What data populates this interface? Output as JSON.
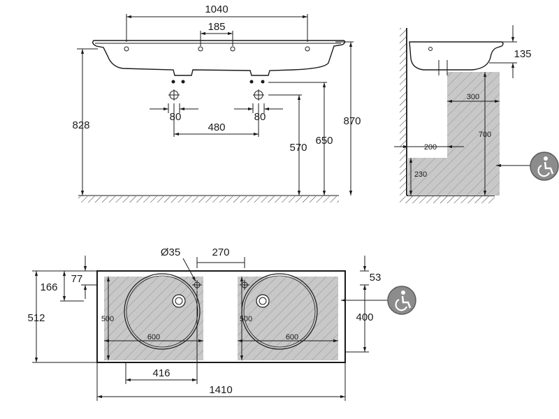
{
  "front_view": {
    "dims": {
      "overall_width": "1040",
      "center_spacing": "185",
      "left_offset": "80",
      "right_offset": "80",
      "trap_spacing": "480",
      "height_828": "828",
      "height_570": "570",
      "height_650": "650",
      "height_870": "870"
    }
  },
  "side_view": {
    "dims": {
      "depth_135": "135",
      "knee_300": "300",
      "knee_700": "700",
      "wall_200": "200",
      "floor_230": "230"
    },
    "accessibility_icon": "wheelchair-icon"
  },
  "plan_view": {
    "dims": {
      "tap_hole": "Ø35",
      "tap_spacing": "270",
      "edge_53": "53",
      "edge_77": "77",
      "edge_166": "166",
      "depth_512": "512",
      "bowl_500_left": "500",
      "bowl_500_right": "500",
      "bowl_600_left": "600",
      "bowl_600_right": "600",
      "clear_400": "400",
      "offset_416": "416",
      "total_1410": "1410"
    },
    "accessibility_icon": "wheelchair-icon"
  }
}
